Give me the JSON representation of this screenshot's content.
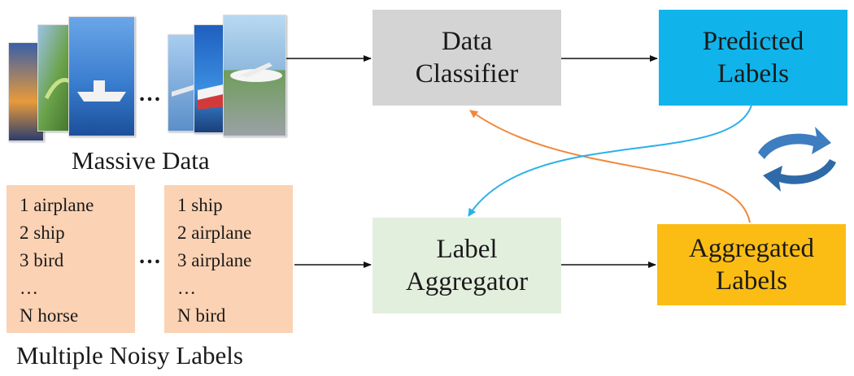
{
  "images_caption": "Massive Data",
  "images_ellipsis": "…",
  "labels_caption": "Multiple Noisy Labels",
  "labels_ellipsis": "…",
  "label_sets": [
    {
      "lines": [
        "1 airplane",
        "2 ship",
        "3 bird",
        "…",
        "N horse"
      ]
    },
    {
      "lines": [
        "1 ship",
        "2 airplane",
        "3 airplane",
        "…",
        "N bird"
      ]
    }
  ],
  "nodes": {
    "classifier": {
      "line1": "Data",
      "line2": "Classifier",
      "color": "#d4d4d4"
    },
    "predicted": {
      "line1": "Predicted",
      "line2": "Labels",
      "color": "#10b4ea"
    },
    "aggregator": {
      "line1": "Label",
      "line2": "Aggregator",
      "color": "#e3efdd"
    },
    "aggregated": {
      "line1": "Aggregated",
      "line2": "Labels",
      "color": "#fbbd13"
    }
  },
  "colors": {
    "arrow": "#111111",
    "feedback_orange": "#f0883c",
    "feedback_blue": "#2ab0ea",
    "cycle_icon": "#3e7dbf"
  },
  "icons": {
    "cycle": "refresh-cycle-icon"
  }
}
